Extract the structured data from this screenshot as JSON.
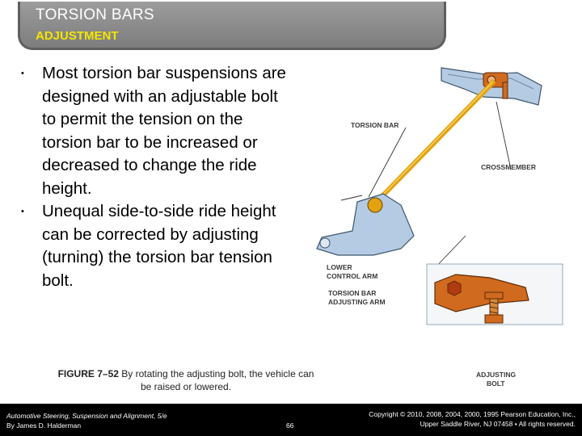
{
  "header": {
    "title": "TORSION BARS",
    "subtitle": "ADJUSTMENT"
  },
  "bullets": [
    "Most torsion bar suspensions are designed with an adjustable bolt to permit the tension on the torsion bar to be increased or decreased to change the ride height.",
    "Unequal side-to-side ride height can be corrected by adjusting (turning) the torsion bar tension bolt."
  ],
  "figure": {
    "labels": {
      "torsion_bar": "TORSION BAR",
      "crossmember": "CROSSMEMBER",
      "lower_control_arm_1": "LOWER",
      "lower_control_arm_2": "CONTROL ARM",
      "adjusting_arm_1": "TORSION BAR",
      "adjusting_arm_2": "ADJUSTING ARM",
      "adjusting_bolt_1": "ADJUSTING",
      "adjusting_bolt_2": "BOLT"
    },
    "caption_label": "FIGURE 7–52",
    "caption_text": "By rotating the adjusting bolt, the vehicle can be raised or lowered."
  },
  "footer": {
    "book_title": "Automotive Steering, Suspension and Alignment, 5/e",
    "author": "By James D. Halderman",
    "page": "66",
    "copyright_1": "Copyright © 2010, 2008, 2004, 2000, 1995 Pearson Education, Inc.,",
    "copyright_2": "Upper Saddle River, NJ 07458 • All rights reserved."
  },
  "colors": {
    "title_bar": "#8c8c8c",
    "subtitle": "#f3e600",
    "torsion_bar": "#e3a20f",
    "steel": "#a9c3de",
    "bolt": "#d06a1e"
  }
}
